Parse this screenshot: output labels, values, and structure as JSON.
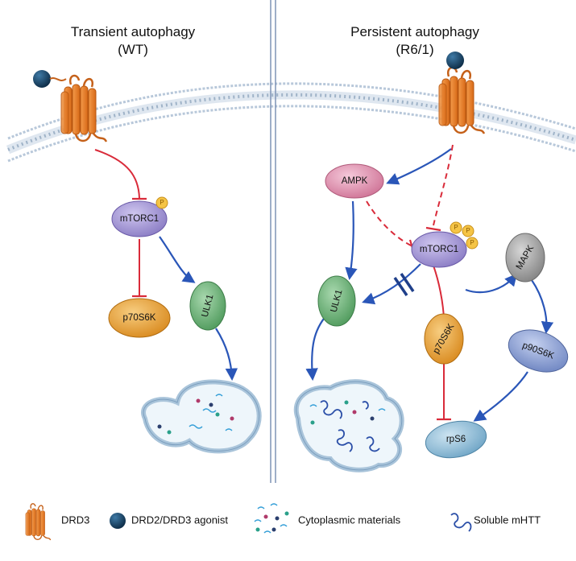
{
  "titles": {
    "left_line1": "Transient autophagy",
    "left_line2": "(WT)",
    "right_line1": "Persistent autophagy",
    "right_line2": "(R6/1)"
  },
  "nodes": {
    "mtorc1": "mTORC1",
    "ulk1": "ULK1",
    "p70s6k": "p70S6K",
    "ampk": "AMPK",
    "mapk": "MAPK",
    "p90s6k": "p90S6K",
    "rps6": "rpS6"
  },
  "phospho_label": "P",
  "legend": {
    "drd3": "DRD3",
    "agonist": "DRD2/DRD3 agonist",
    "cytoplasmic": "Cytoplasmic materials",
    "mhtt": "Soluble mHTT"
  },
  "colors": {
    "activation": "#2a56b8",
    "inhibition": "#d92b3a",
    "receptor": "#e87a28",
    "agonist": "#1d4a6e",
    "mtorc1": "#a89ad6",
    "ulk1": "#6fb27a",
    "p70s6k": "#e8a23a",
    "ampk": "#e09ab5",
    "mapk": "#9a9a9a",
    "p90s6k": "#8a9ed0",
    "rps6": "#8cbad6",
    "phospho": "#f5c445",
    "membrane": "#9fb3c8"
  }
}
